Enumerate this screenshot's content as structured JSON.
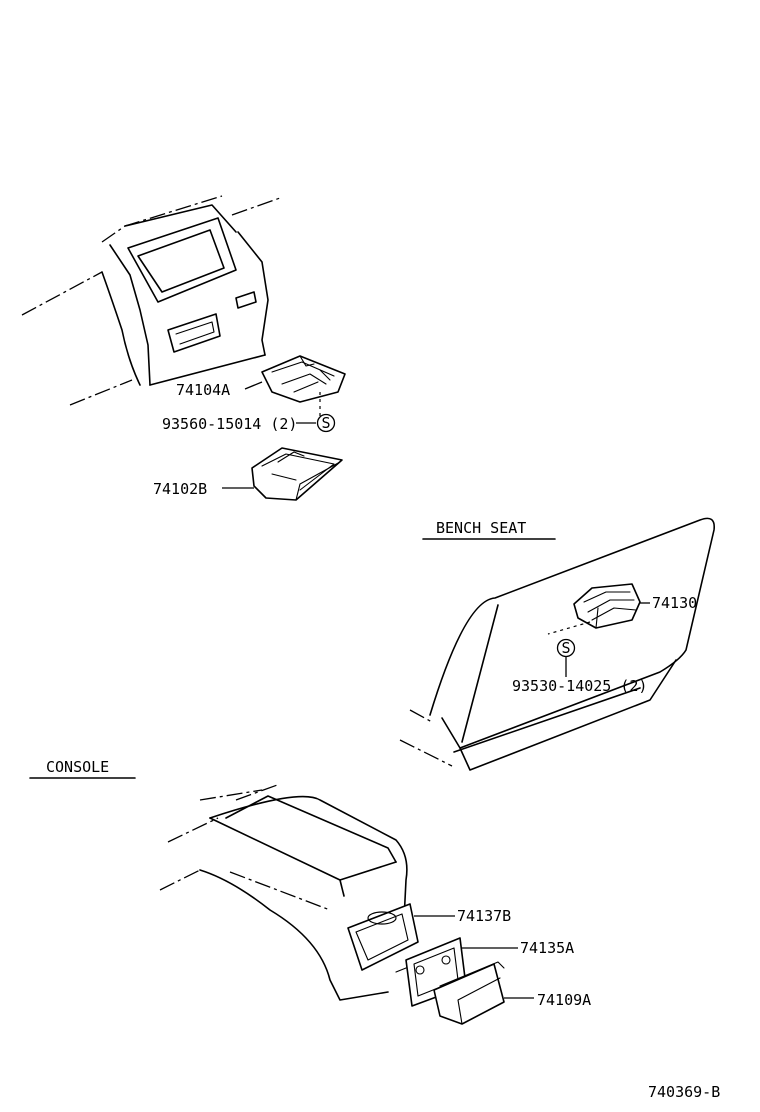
{
  "sections": {
    "bench_seat": "BENCH SEAT",
    "console": "CONSOLE"
  },
  "callouts": {
    "p74104A": "74104A",
    "p93560": "93560-15014 (2)",
    "p74102B": "74102B",
    "p74130": "74130",
    "p93530": "93530-14025 (2)",
    "p74137B": "74137B",
    "p74135A": "74135A",
    "p74109A": "74109A"
  },
  "screw_symbol": "S",
  "figure_number": "740369-B"
}
